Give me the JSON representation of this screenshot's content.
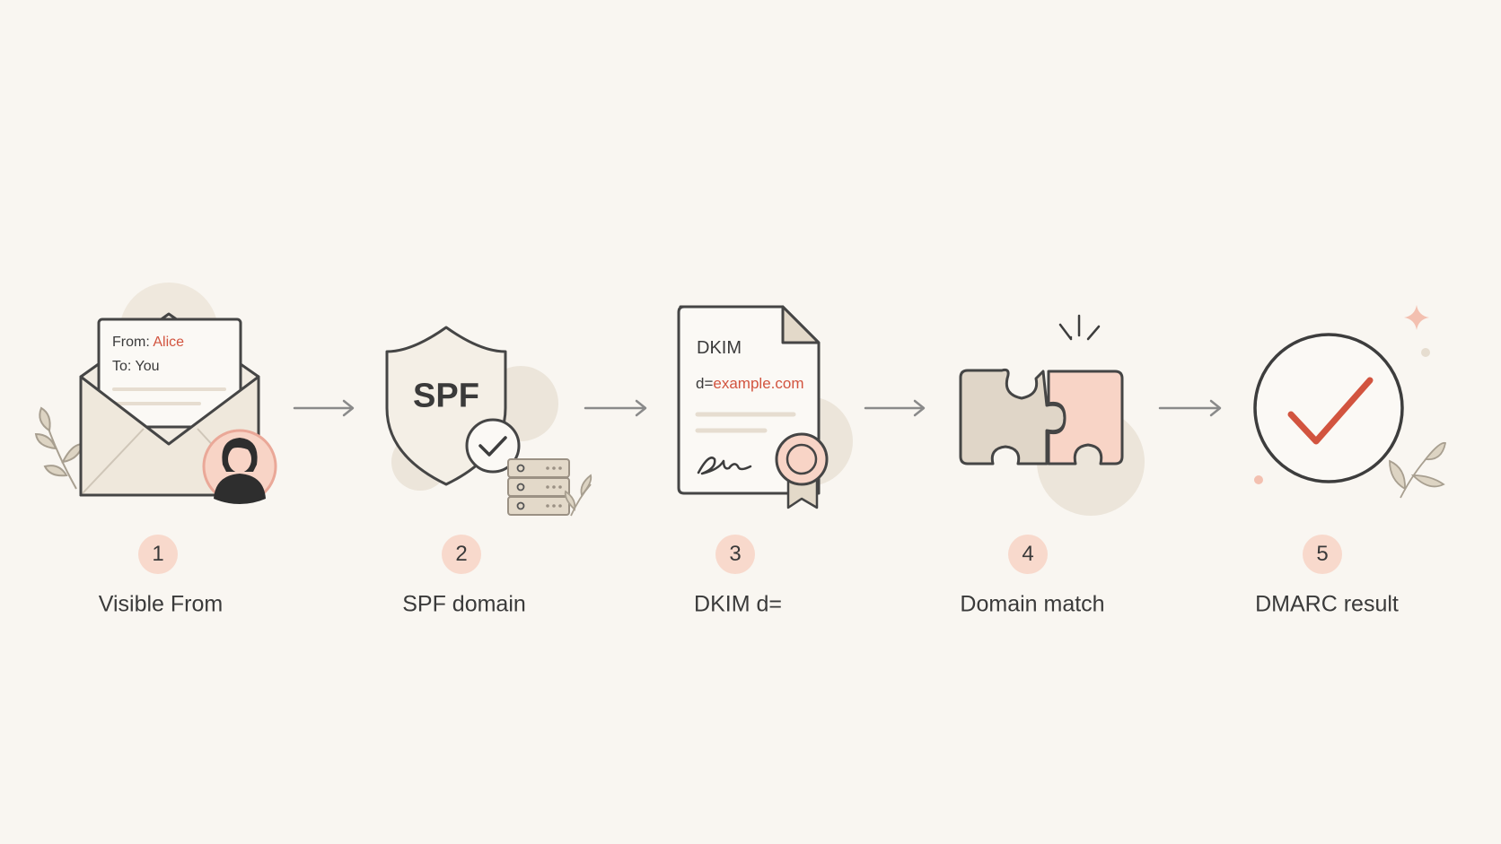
{
  "steps": [
    {
      "number": "1",
      "label": "Visible From",
      "icon": "envelope-icon"
    },
    {
      "number": "2",
      "label": "SPF domain",
      "icon": "shield-icon"
    },
    {
      "number": "3",
      "label": "DKIM d=",
      "icon": "signed-document-icon"
    },
    {
      "number": "4",
      "label": "Domain match",
      "icon": "puzzle-icon"
    },
    {
      "number": "5",
      "label": "DMARC result",
      "icon": "checkmark-circle-icon"
    }
  ],
  "envelope": {
    "from_prefix": "From: ",
    "from_name": "Alice",
    "to_line": "To: You"
  },
  "shield": {
    "text": "SPF"
  },
  "document": {
    "title": "DKIM",
    "domain_prefix": "d=",
    "domain_value": "example.com"
  },
  "colors": {
    "background": "#f9f6f1",
    "accent": "#d2543f",
    "badge": "#f8d9cc",
    "stroke": "#3d3d3d",
    "paper": "#f2ece2",
    "beige": "#e0d6c8",
    "pink": "#f8d4c6"
  }
}
